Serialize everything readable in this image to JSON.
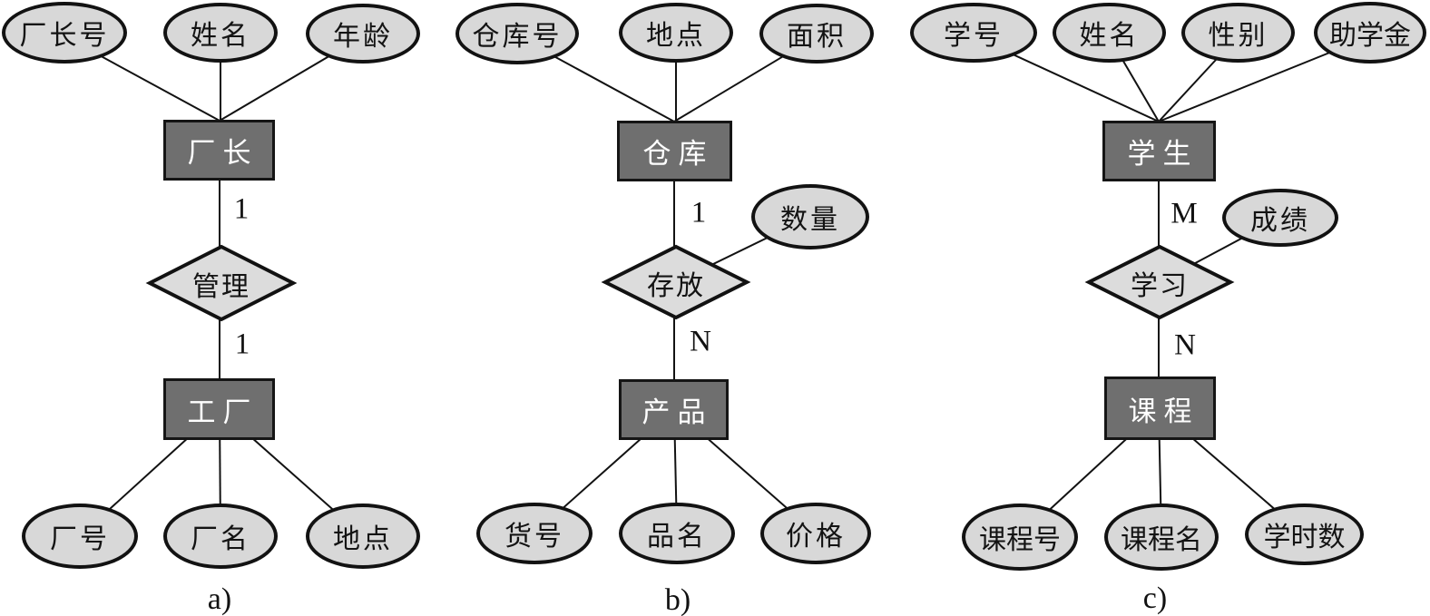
{
  "figure_type": "entity-relationship-diagrams",
  "colors": {
    "entity_fill": "#6f6f6f",
    "entity_text": "#ffffff",
    "attribute_fill": "#d8d8d8",
    "diamond_fill": "#dcdcdc",
    "stroke": "#121212",
    "background": "#ffffff"
  },
  "diagrams": [
    {
      "caption": "a)",
      "top_attributes": [
        "厂长号",
        "姓名",
        "年龄"
      ],
      "top_entity": "厂长",
      "top_cardinality": "1",
      "relationship": "管理",
      "bottom_cardinality": "1",
      "bottom_entity": "工厂",
      "bottom_attributes": [
        "厂号",
        "厂名",
        "地点"
      ]
    },
    {
      "caption": "b)",
      "top_attributes": [
        "仓库号",
        "地点",
        "面积"
      ],
      "top_entity": "仓库",
      "top_cardinality": "1",
      "relationship": "存放",
      "relationship_attribute": "数量",
      "bottom_cardinality": "N",
      "bottom_entity": "产品",
      "bottom_attributes": [
        "货号",
        "品名",
        "价格"
      ]
    },
    {
      "caption": "c)",
      "top_attributes": [
        "学号",
        "姓名",
        "性别",
        "助学金"
      ],
      "top_entity": "学生",
      "top_cardinality": "M",
      "relationship": "学习",
      "relationship_attribute": "成绩",
      "bottom_cardinality": "N",
      "bottom_entity": "课程",
      "bottom_attributes": [
        "课程号",
        "课程名",
        "学时数"
      ]
    }
  ]
}
